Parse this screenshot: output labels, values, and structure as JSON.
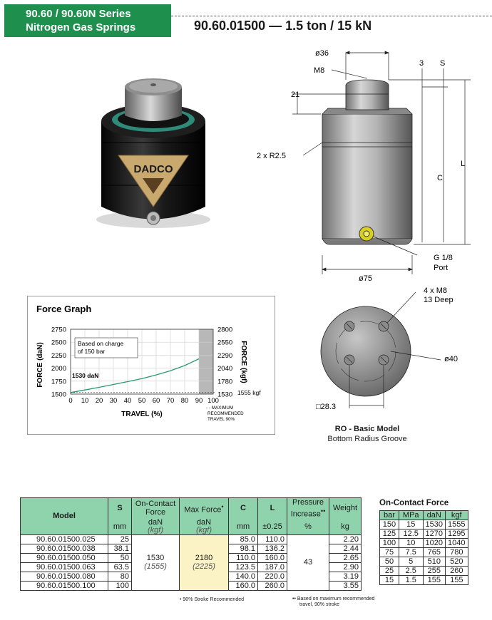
{
  "header": {
    "series_line1": "90.60 / 90.60N Series",
    "series_line2": "Nitrogen Gas Springs",
    "product_title": "90.60.01500 — 1.5 ton / 15 kN"
  },
  "product_photo": {
    "logo_text": "DADCO",
    "colors": {
      "body": "#141414",
      "rod": "#9a9a9a",
      "seal": "#2e8b7a",
      "logo": "#c9a96e"
    }
  },
  "drawing": {
    "dia_top": "ø36",
    "thread": "M8",
    "dim_3": "3",
    "dim_s": "S",
    "dim_21": "21",
    "radius": "2 x R2.5",
    "dim_c": "C",
    "dim_l": "L",
    "port_1": "G 1/8",
    "port_2": "Port",
    "dia_body": "ø75"
  },
  "bottom_view": {
    "holes_1": "4 x M8",
    "holes_2": "13 Deep",
    "dia_groove": "ø40",
    "square": "□28.3",
    "caption_title": "RO - Basic Model",
    "caption_sub": "Bottom Radius Groove"
  },
  "force_graph": {
    "title": "Force Graph",
    "note_1": "Based on charge",
    "note_2": "of 150 bar",
    "start_label": "1530 daN",
    "end_label": "1555 kgf",
    "max_note_1": "- - MAXIMUM",
    "max_note_2": "RECOMMENDED",
    "max_note_3": "TRAVEL 90%"
  },
  "chart_data": {
    "type": "line",
    "title": "Force Graph",
    "xlabel": "TRAVEL (%)",
    "ylabel": "FORCE (daN)",
    "y2label": "FORCE (kgf)",
    "xlim": [
      0,
      100
    ],
    "ylim": [
      1500,
      2750
    ],
    "x_ticks": [
      "0",
      "10",
      "20",
      "30",
      "40",
      "50",
      "60",
      "70",
      "80",
      "90",
      "100"
    ],
    "y_ticks": [
      "1500",
      "1750",
      "2000",
      "2250",
      "2500",
      "2750"
    ],
    "y2_ticks": [
      "1530",
      "1780",
      "2040",
      "2290",
      "2550",
      "2800"
    ],
    "shaded_from_x": 90,
    "series": [
      {
        "x": [
          0,
          10,
          20,
          30,
          40,
          50,
          60,
          70,
          80,
          90
        ],
        "y": [
          1530,
          1580,
          1630,
          1685,
          1740,
          1800,
          1870,
          1950,
          2050,
          2180
        ]
      }
    ],
    "line_color": "#2a9a6a"
  },
  "spec_table": {
    "headers": {
      "model": "Model",
      "s": "S",
      "s_unit": "mm",
      "on_contact_1": "On-Contact",
      "on_contact_2": "Force",
      "on_contact_unit": "daN",
      "on_contact_unit2": "(kgf)",
      "max_force": "Max Force",
      "max_force_mark": "•",
      "max_force_unit": "daN",
      "max_force_unit2": "(kgf)",
      "c": "C",
      "c_unit": "mm",
      "l": "L",
      "l_unit": "±0.25",
      "pressure_1": "Pressure",
      "pressure_2": "Increase",
      "pressure_mark": "••",
      "pressure_unit": "%",
      "weight": "Weight",
      "weight_unit": "kg"
    },
    "rows": [
      {
        "model": "90.60.01500.025",
        "s": "25",
        "c": "85.0",
        "l": "110.0",
        "weight": "2.20"
      },
      {
        "model": "90.60.01500.038",
        "s": "38.1",
        "c": "98.1",
        "l": "136.2",
        "weight": "2.44"
      },
      {
        "model": "90.60.01500.050",
        "s": "50",
        "c": "110.0",
        "l": "160.0",
        "weight": "2.65"
      },
      {
        "model": "90.60.01500.063",
        "s": "63.5",
        "c": "123.5",
        "l": "187.0",
        "weight": "2.90"
      },
      {
        "model": "90.60.01500.080",
        "s": "80",
        "c": "140.0",
        "l": "220.0",
        "weight": "3.19"
      },
      {
        "model": "90.60.01500.100",
        "s": "100",
        "c": "160.0",
        "l": "260.0",
        "weight": "3.55"
      }
    ],
    "on_contact_value": "1530",
    "on_contact_kgf": "(1555)",
    "max_force_value": "2180",
    "max_force_kgf": "(2225)",
    "pressure_value": "43",
    "footnote_1_mark": "•",
    "footnote_1": "90% Stroke Recommended",
    "footnote_2_mark": "••",
    "footnote_2a": "Based on maximum recommended",
    "footnote_2b": "travel, 90% stroke"
  },
  "on_contact_table": {
    "title": "On-Contact Force",
    "headers": [
      "bar",
      "MPa",
      "daN",
      "kgf"
    ],
    "rows": [
      [
        "150",
        "15",
        "1530",
        "1555"
      ],
      [
        "125",
        "12.5",
        "1270",
        "1295"
      ],
      [
        "100",
        "10",
        "1020",
        "1040"
      ],
      [
        "75",
        "7.5",
        "765",
        "780"
      ],
      [
        "50",
        "5",
        "510",
        "520"
      ],
      [
        "25",
        "2.5",
        "255",
        "260"
      ],
      [
        "15",
        "1.5",
        "155",
        "155"
      ]
    ]
  }
}
